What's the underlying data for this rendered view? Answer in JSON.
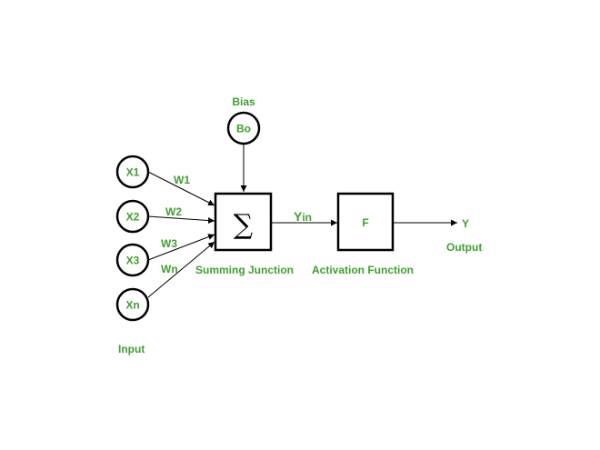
{
  "colors": {
    "text": "#3f9f2f",
    "stroke": "#000000",
    "background": "#ffffff"
  },
  "bias": {
    "label": "Bias",
    "node": "Bo"
  },
  "inputs": [
    "X1",
    "X2",
    "X3",
    "Xn"
  ],
  "weights": [
    "W1",
    "W2",
    "W3",
    "Wn"
  ],
  "input_label": "Input",
  "summing": {
    "symbol": "∑",
    "label": "Summing Junction"
  },
  "yin": {
    "main": "Y",
    "sub": "in"
  },
  "activation": {
    "symbol": "F",
    "label": "Activation Function"
  },
  "output": {
    "symbol": "Y",
    "label": "Output"
  }
}
